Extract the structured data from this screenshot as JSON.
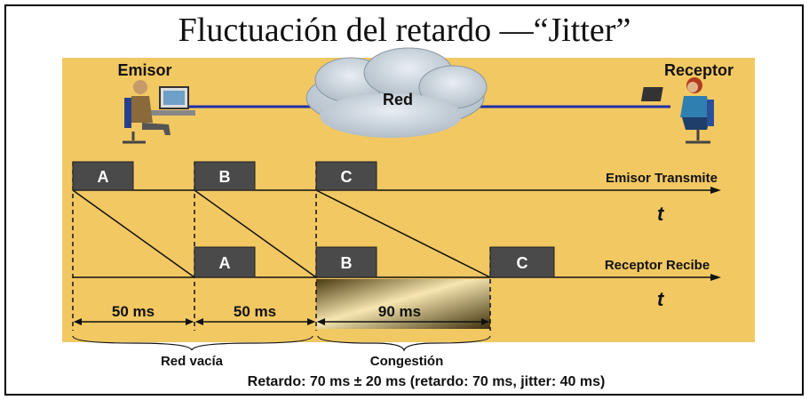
{
  "title": "Fluctuación del retardo —“Jitter”",
  "sender_label": "Emisor",
  "receiver_label": "Receptor",
  "network_label": "Red",
  "tx_line_label": "Emisor Transmite",
  "rx_line_label": "Receptor Recibe",
  "time_symbol": "t",
  "tx_packets": [
    "A",
    "B",
    "C"
  ],
  "rx_packets": [
    "A",
    "B",
    "C"
  ],
  "intervals": [
    "50 ms",
    "50 ms",
    "90 ms"
  ],
  "phase_empty": "Red vacía",
  "phase_congestion": "Congestión",
  "summary": "Retardo: 70 ms ± 20 ms (retardo: 70 ms, jitter: 40 ms)",
  "colors": {
    "panel": "#f2c862",
    "packet": "#4a4a4a",
    "network_line": "#1f2ea8",
    "cloud": "#c9d3dc"
  }
}
